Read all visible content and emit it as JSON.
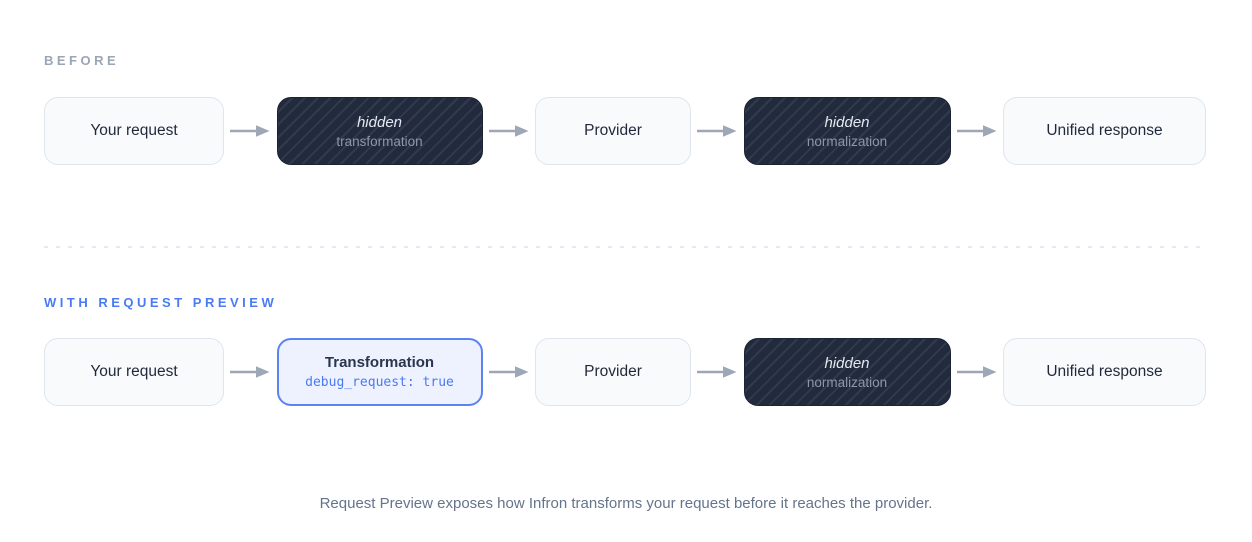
{
  "colors": {
    "accent_blue": "#4a7bf5",
    "highlight_border": "#5c83f2",
    "highlight_bg": "#edf2fe",
    "hidden_node_bg": "#222b3d",
    "plain_node_bg": "#f8fafc",
    "muted_label": "#9aa5b5",
    "arrow": "#9da7b5",
    "caption_text": "#64748b"
  },
  "sections": {
    "before": {
      "label": "BEFORE",
      "nodes": [
        {
          "title": "Your request"
        },
        {
          "title": "hidden",
          "subtitle": "transformation"
        },
        {
          "title": "Provider"
        },
        {
          "title": "hidden",
          "subtitle": "normalization"
        },
        {
          "title": "Unified response"
        }
      ]
    },
    "after": {
      "label": "WITH REQUEST PREVIEW",
      "nodes": [
        {
          "title": "Your request"
        },
        {
          "title": "Transformation",
          "subtitle": "debug_request: true"
        },
        {
          "title": "Provider"
        },
        {
          "title": "hidden",
          "subtitle": "normalization"
        },
        {
          "title": "Unified response"
        }
      ]
    }
  },
  "caption": "Request Preview exposes how Infron transforms your request before it reaches the provider."
}
